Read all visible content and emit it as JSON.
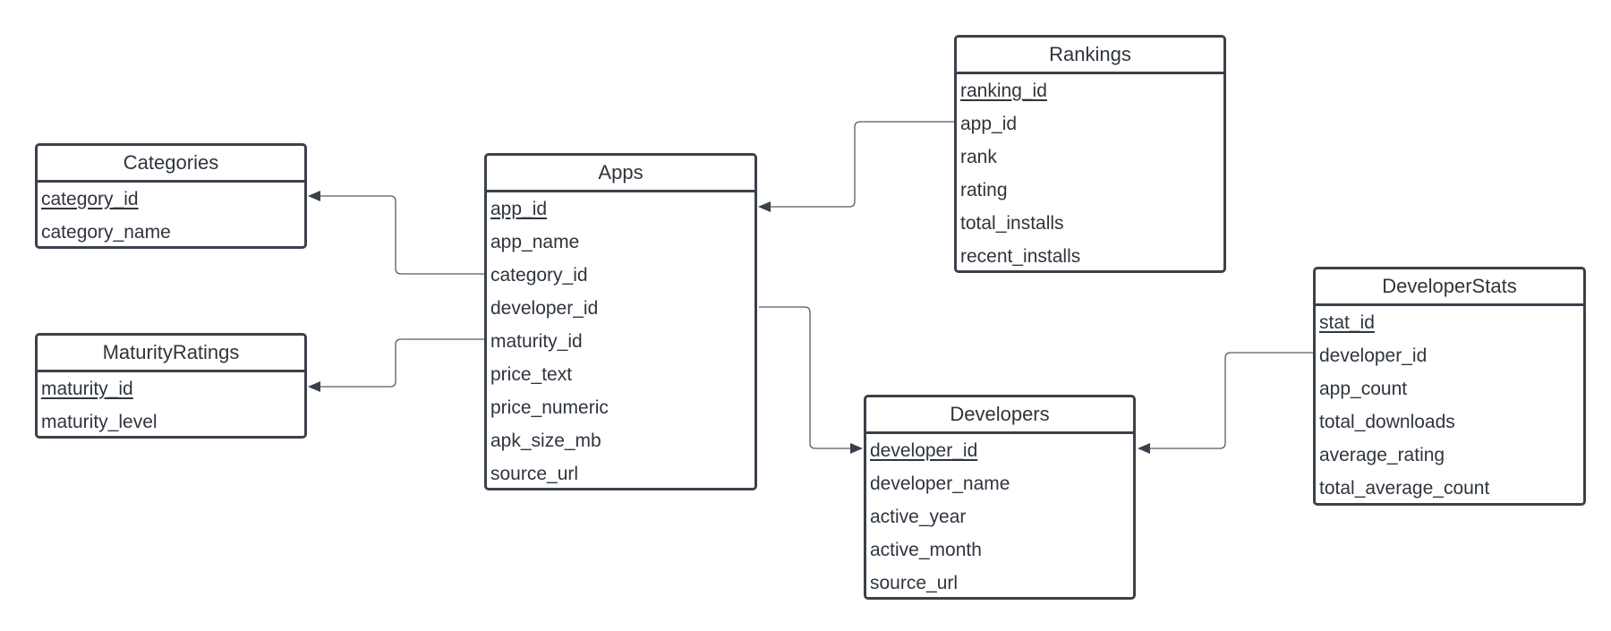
{
  "entities": [
    {
      "id": "rankings",
      "title": "Rankings",
      "attributes": [
        {
          "name": "ranking_id",
          "pk": true
        },
        {
          "name": "app_id",
          "pk": false
        },
        {
          "name": "rank",
          "pk": false
        },
        {
          "name": "rating",
          "pk": false
        },
        {
          "name": "total_installs",
          "pk": false
        },
        {
          "name": "recent_installs",
          "pk": false
        }
      ]
    },
    {
      "id": "categories",
      "title": "Categories",
      "attributes": [
        {
          "name": "category_id",
          "pk": true
        },
        {
          "name": "category_name",
          "pk": false
        }
      ]
    },
    {
      "id": "apps",
      "title": "Apps",
      "attributes": [
        {
          "name": "app_id",
          "pk": true
        },
        {
          "name": "app_name",
          "pk": false
        },
        {
          "name": "category_id",
          "pk": false
        },
        {
          "name": "developer_id",
          "pk": false
        },
        {
          "name": "maturity_id",
          "pk": false
        },
        {
          "name": "price_text",
          "pk": false
        },
        {
          "name": "price_numeric",
          "pk": false
        },
        {
          "name": "apk_size_mb",
          "pk": false
        },
        {
          "name": "source_url",
          "pk": false
        }
      ]
    },
    {
      "id": "maturity-ratings",
      "title": "MaturityRatings",
      "attributes": [
        {
          "name": "maturity_id",
          "pk": true
        },
        {
          "name": "maturity_level",
          "pk": false
        }
      ]
    },
    {
      "id": "developer-stats",
      "title": "DeveloperStats",
      "attributes": [
        {
          "name": "stat_id",
          "pk": true
        },
        {
          "name": "developer_id",
          "pk": false
        },
        {
          "name": "app_count",
          "pk": false
        },
        {
          "name": "total_downloads",
          "pk": false
        },
        {
          "name": "average_rating",
          "pk": false
        },
        {
          "name": "total_average_count",
          "pk": false
        }
      ]
    },
    {
      "id": "developers",
      "title": "Developers",
      "attributes": [
        {
          "name": "developer_id",
          "pk": true
        },
        {
          "name": "developer_name",
          "pk": false
        },
        {
          "name": "active_year",
          "pk": false
        },
        {
          "name": "active_month",
          "pk": false
        },
        {
          "name": "source_url",
          "pk": false
        }
      ]
    }
  ],
  "relationships": [
    {
      "from": "apps.category_id",
      "to": "categories.category_id"
    },
    {
      "from": "apps.maturity_id",
      "to": "maturity-ratings.maturity_id"
    },
    {
      "from": "rankings.app_id",
      "to": "apps.app_id"
    },
    {
      "from": "apps.developer_id",
      "to": "developers.developer_id"
    },
    {
      "from": "developer-stats.developer_id",
      "to": "developers.developer_id"
    }
  ],
  "colors": {
    "border": "#3a414a",
    "text": "#2f353d",
    "connector": "#555c66",
    "background": "#ffffff"
  }
}
